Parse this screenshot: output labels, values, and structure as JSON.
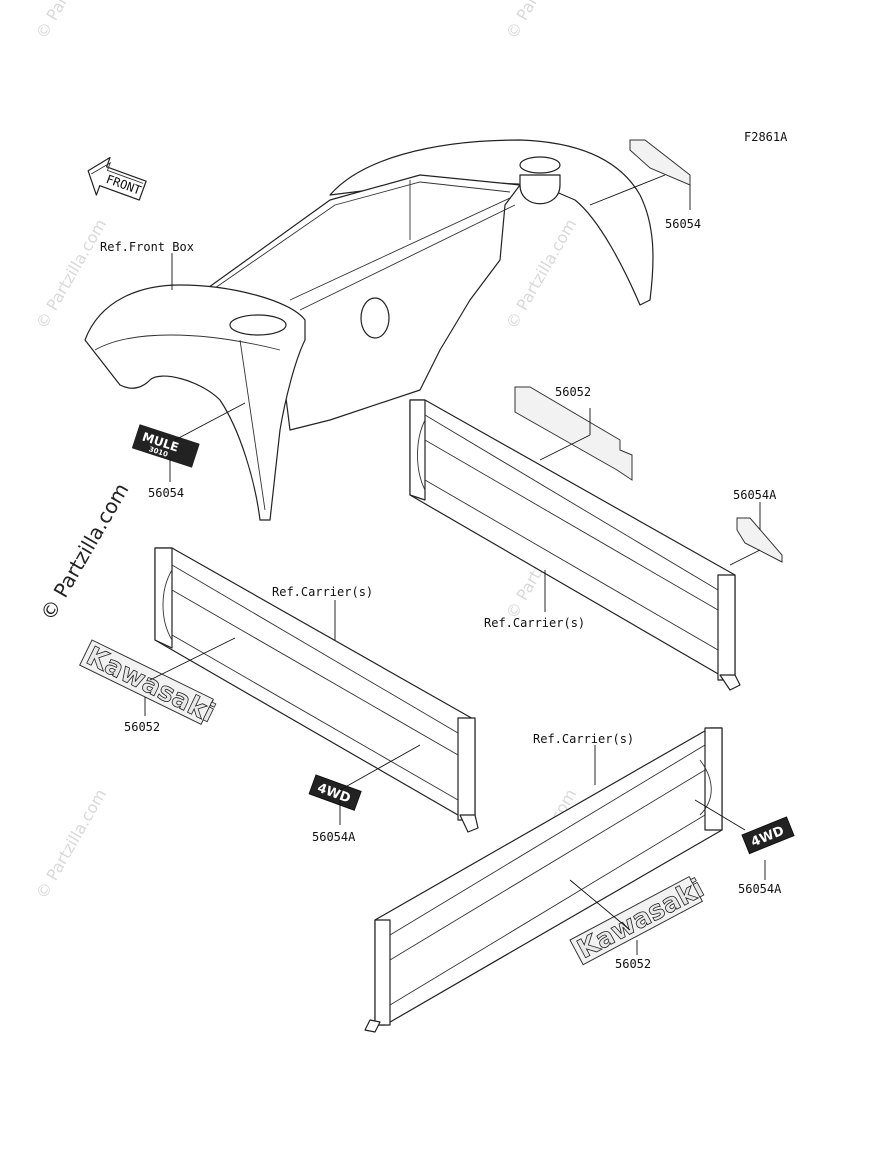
{
  "figure_code": "F2861A",
  "front_arrow": {
    "label": "FRONT"
  },
  "references": {
    "front_box": "Ref.Front Box",
    "carrier_upper_right": "Ref.Carrier(s)",
    "carrier_left": "Ref.Carrier(s)",
    "carrier_lower_right": "Ref.Carrier(s)"
  },
  "callouts": {
    "p56054_top": "56054",
    "p56054_front": "56054",
    "p56052_upper": "56052",
    "p56054A_upper": "56054A",
    "p56052_left": "56052",
    "p56054A_left": "56054A",
    "p56054A_lower": "56054A",
    "p56052_lower": "56052"
  },
  "decals": {
    "mule": "MULE",
    "mule_sub": "3010",
    "kawasaki": "Kawasaki",
    "four_wd": "4WD"
  },
  "watermark": {
    "text": "© Partzilla.com",
    "strong_text": "© Partzilla.com"
  }
}
